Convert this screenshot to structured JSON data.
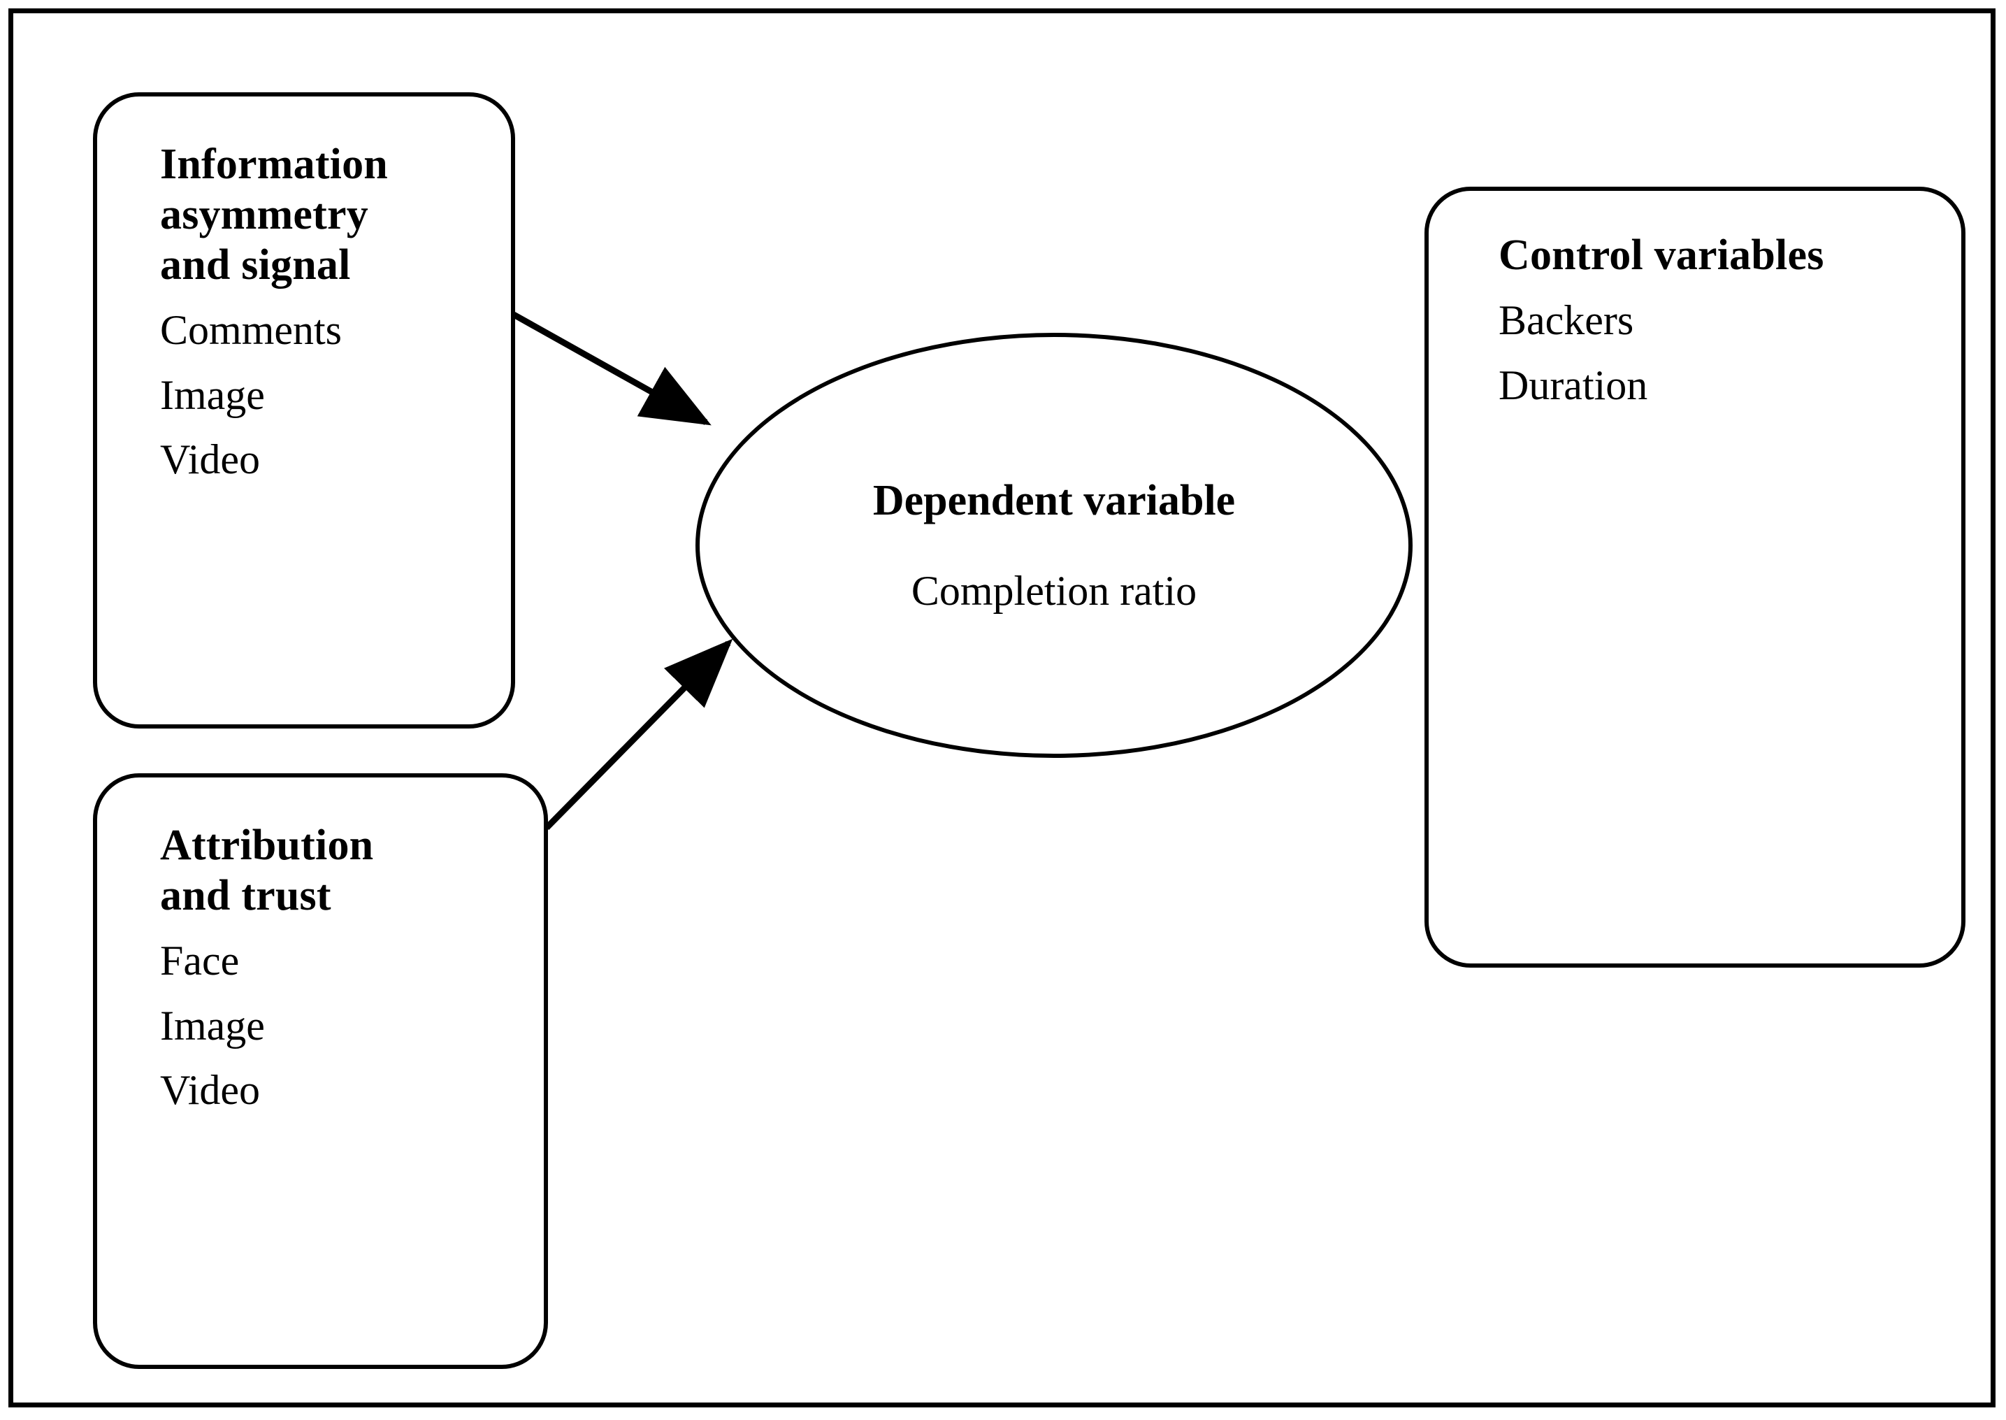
{
  "figure": {
    "type": "conceptual-research-framework",
    "frame": {
      "visible": true,
      "color": "#000000"
    }
  },
  "boxes": {
    "information_asymmetry": {
      "title": "Information\nasymmetry\nand signal",
      "items": [
        "Comments",
        "Image",
        "Video"
      ]
    },
    "attribution_trust": {
      "title": "Attribution\nand trust",
      "items": [
        "Face",
        "Image",
        "Video"
      ]
    },
    "control_variables": {
      "title": "Control variables",
      "items": [
        "Backers",
        "Duration"
      ]
    }
  },
  "ellipse": {
    "title": "Dependent variable",
    "subtitle": "Completion ratio"
  },
  "arrows": [
    {
      "name": "information-asymmetry-to-dependent-variable",
      "from": "information_asymmetry",
      "to": "dependent_variable",
      "style": "solid-filled-arrowhead",
      "color": "#000000"
    },
    {
      "name": "attribution-trust-to-dependent-variable",
      "from": "attribution_trust",
      "to": "dependent_variable",
      "style": "solid-filled-arrowhead",
      "color": "#000000"
    }
  ],
  "colors": {
    "stroke": "#000000",
    "background": "#ffffff",
    "text": "#000000"
  }
}
